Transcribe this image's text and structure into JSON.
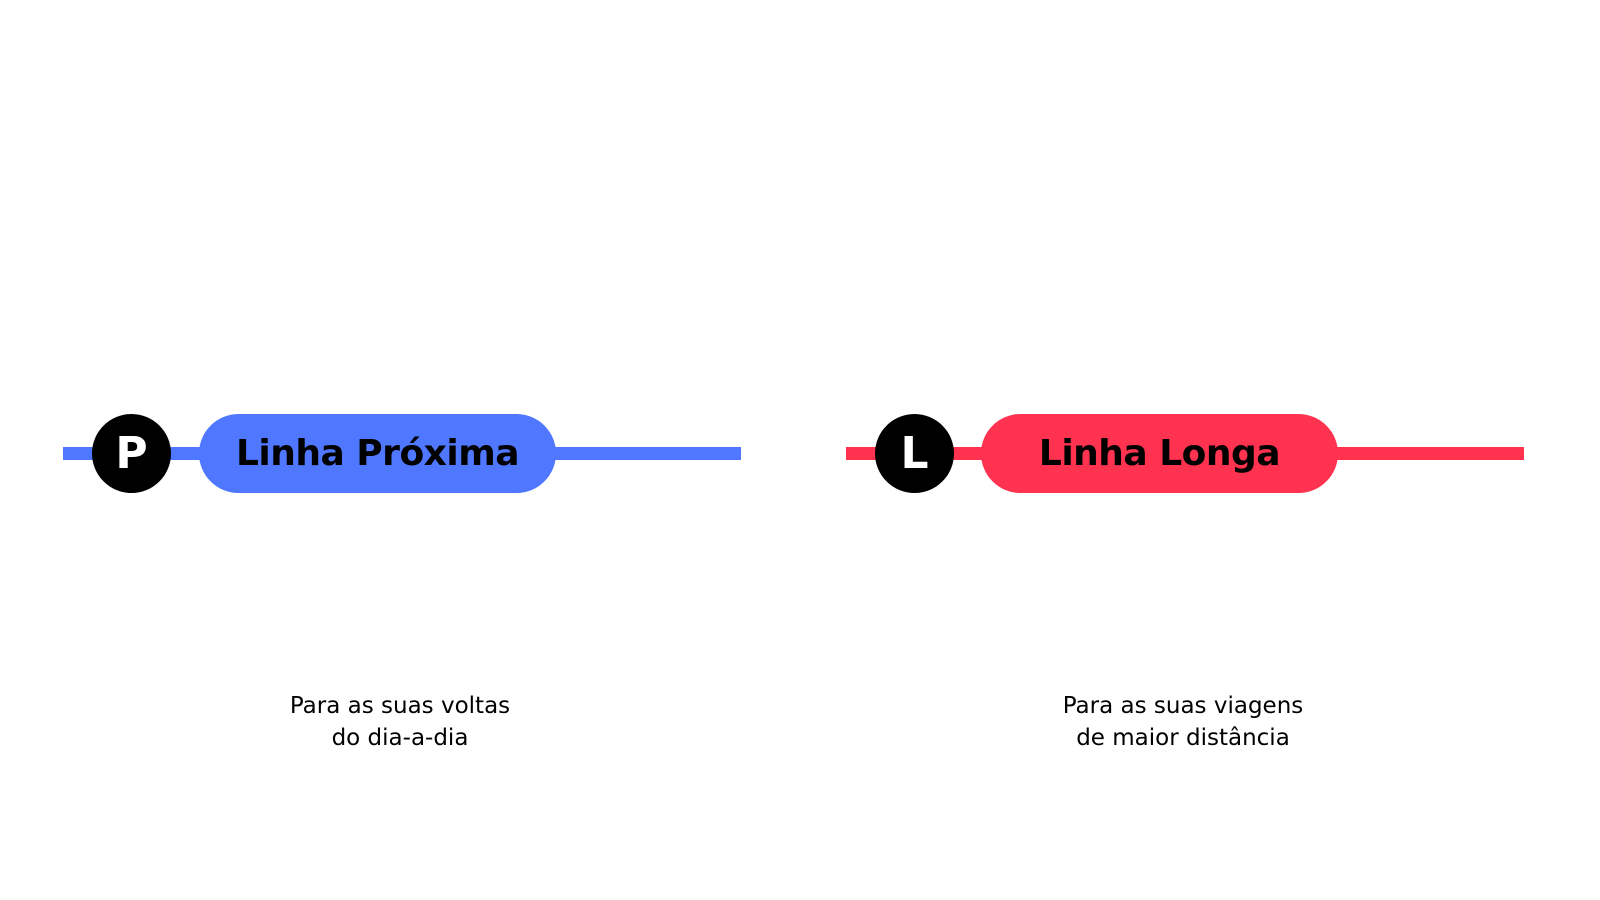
{
  "lines": [
    {
      "id": "proxima",
      "badge_letter": "P",
      "name": "Linha Próxima",
      "color": "#4f77ff",
      "caption_line1": "Para as suas voltas",
      "caption_line2": "do dia-a-dia"
    },
    {
      "id": "longa",
      "badge_letter": "L",
      "name": "Linha Longa",
      "color": "#ff334f",
      "caption_line1": "Para as suas viagens",
      "caption_line2": "de maior distância"
    }
  ]
}
